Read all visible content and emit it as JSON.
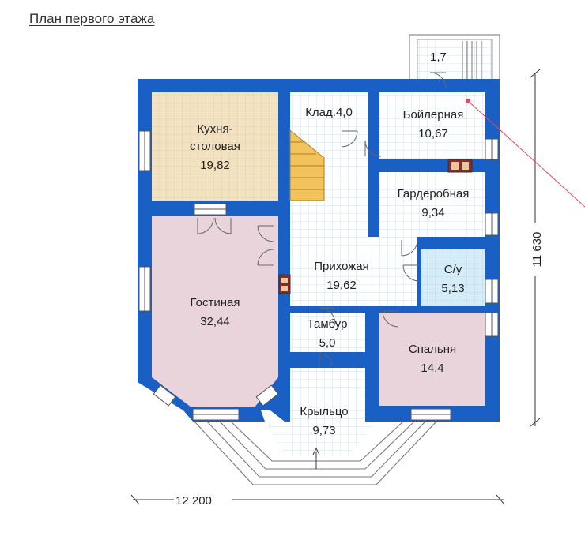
{
  "title": "План первого этажа",
  "rooms": {
    "kitchen": {
      "name1": "Кухня-",
      "name2": "столовая",
      "area": "19,82"
    },
    "pantry": {
      "name": "Клад.4,0"
    },
    "boiler": {
      "name": "Бойлерная",
      "area": "10,67"
    },
    "wardrobe": {
      "name": "Гардеробная",
      "area": "9,34"
    },
    "hall": {
      "name": "Прихожая",
      "area": "19,62"
    },
    "wc": {
      "name": "С/у",
      "area": "5,13"
    },
    "living": {
      "name": "Гостиная",
      "area": "32,44"
    },
    "vestibule": {
      "name": "Тамбур",
      "area": "5,0"
    },
    "bedroom": {
      "name": "Спальня",
      "area": "14,4"
    },
    "porch": {
      "name": "Крыльцо",
      "area": "9,73"
    },
    "stair_out": {
      "name": "1,7"
    }
  },
  "dimensions": {
    "width": "12 200",
    "depth": "11 630"
  },
  "colors": {
    "wall": "#1a5fc4",
    "kitchen": "#f2e2c2",
    "living": "#e9d4dc",
    "wc": "#d6ecf7",
    "bedroom": "#e9d4dc",
    "tile_line": "#c9d7e3",
    "annotation": "#e8495c"
  }
}
